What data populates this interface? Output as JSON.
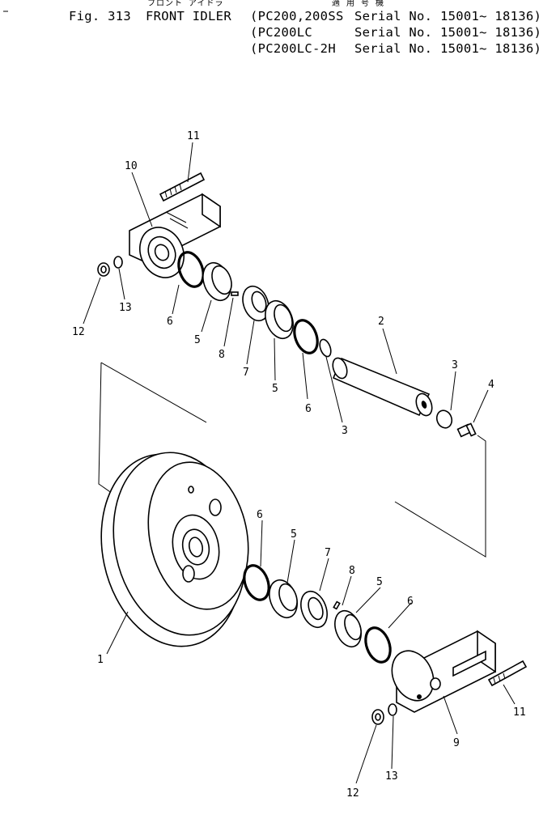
{
  "header": {
    "jp_title": "フロント アイドラ",
    "jp_applicable": "適 用 号 機",
    "fig_label": "Fig. 313",
    "title": "FRONT IDLER",
    "models": [
      {
        "model": "(PC200,200SS",
        "serial": "Serial No. 15001~ 18136)"
      },
      {
        "model": "(PC200LC",
        "serial": "Serial No. 15001~ 18136)"
      },
      {
        "model": "(PC200LC-2H",
        "serial": "Serial No. 15001~ 18136)"
      }
    ]
  },
  "callouts": {
    "c1": "1",
    "c2": "2",
    "c3a": "3",
    "c3b": "3",
    "c4": "4",
    "c5a": "5",
    "c5b": "5",
    "c5c": "5",
    "c5d": "5",
    "c6a": "6",
    "c6b": "6",
    "c6c": "6",
    "c6d": "6",
    "c7a": "7",
    "c7b": "7",
    "c8a": "8",
    "c8b": "8",
    "c9": "9",
    "c10": "10",
    "c11a": "11",
    "c11b": "11",
    "c12a": "12",
    "c12b": "12",
    "c13a": "13",
    "c13b": "13"
  }
}
